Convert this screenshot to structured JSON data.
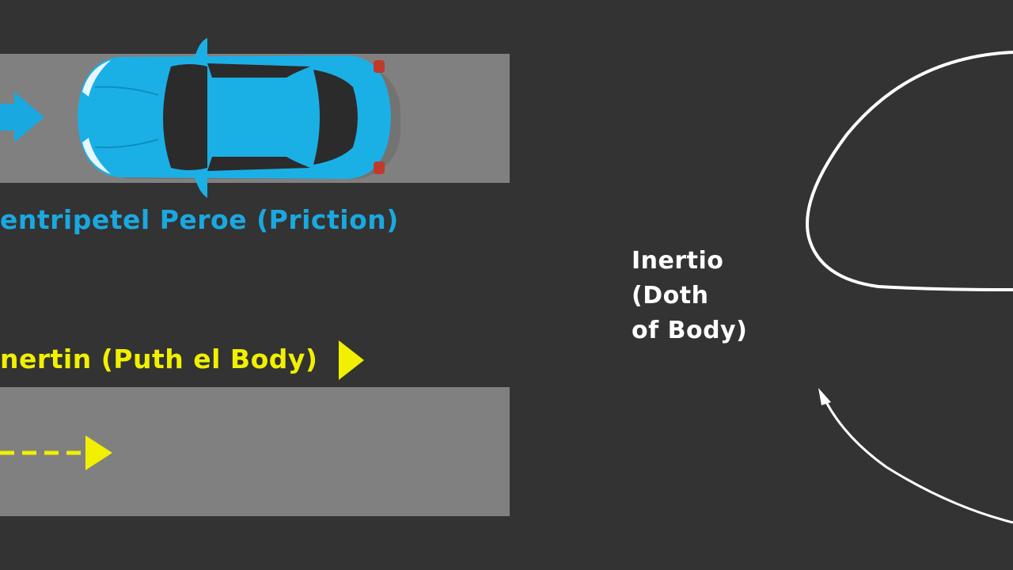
{
  "labels": {
    "centripetal_force": "entripetel Peroe (Priction)",
    "inertia_path": "nertin (Puth el Body)",
    "inertia_right": "Inertio\n(Doth\nof Body)"
  },
  "colors": {
    "background": "#333333",
    "road": "#808080",
    "car_body": "#1ab0e6",
    "force_arrow": "#1aa8e0",
    "inertia_yellow": "#f0f000",
    "path_white": "#ffffff"
  }
}
